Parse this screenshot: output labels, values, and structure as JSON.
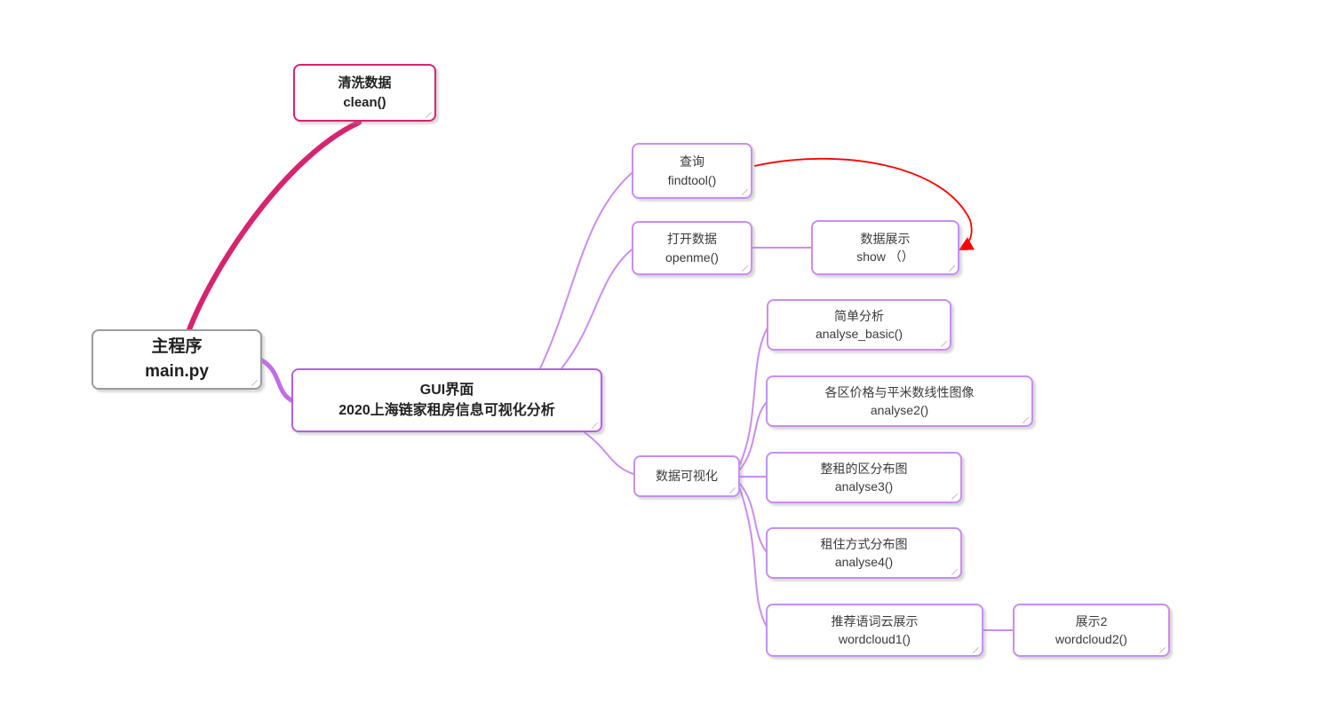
{
  "nodes": {
    "main": {
      "title": "主程序",
      "subtitle": "main.py"
    },
    "clean": {
      "title": "清洗数据",
      "subtitle": "clean()"
    },
    "gui": {
      "title": "GUI界面",
      "subtitle": "2020上海链家租房信息可视化分析"
    },
    "findtool": {
      "title": "查询",
      "subtitle": "findtool()"
    },
    "openme": {
      "title": "打开数据",
      "subtitle": "openme()"
    },
    "show": {
      "title": "数据展示",
      "subtitle": "show （）"
    },
    "analyse_basic": {
      "title": "简单分析",
      "subtitle": "analyse_basic()"
    },
    "analyse2": {
      "title": "各区价格与平米数线性图像",
      "subtitle": "analyse2()"
    },
    "viz": {
      "title": "数据可视化"
    },
    "analyse3": {
      "title": "整租的区分布图",
      "subtitle": "analyse3()"
    },
    "analyse4": {
      "title": "租住方式分布图",
      "subtitle": "analyse4()"
    },
    "wordcloud1": {
      "title": "推荐语词云展示",
      "subtitle": "wordcloud1()"
    },
    "wordcloud2": {
      "title": "展示2",
      "subtitle": "wordcloud2()"
    }
  },
  "colors": {
    "background": "#ffffff",
    "root_border": "#9b9b9b",
    "pink_branch": "#d6246e",
    "purple_branch": "#c27ff0",
    "relation_arrow": "#ff0000"
  }
}
